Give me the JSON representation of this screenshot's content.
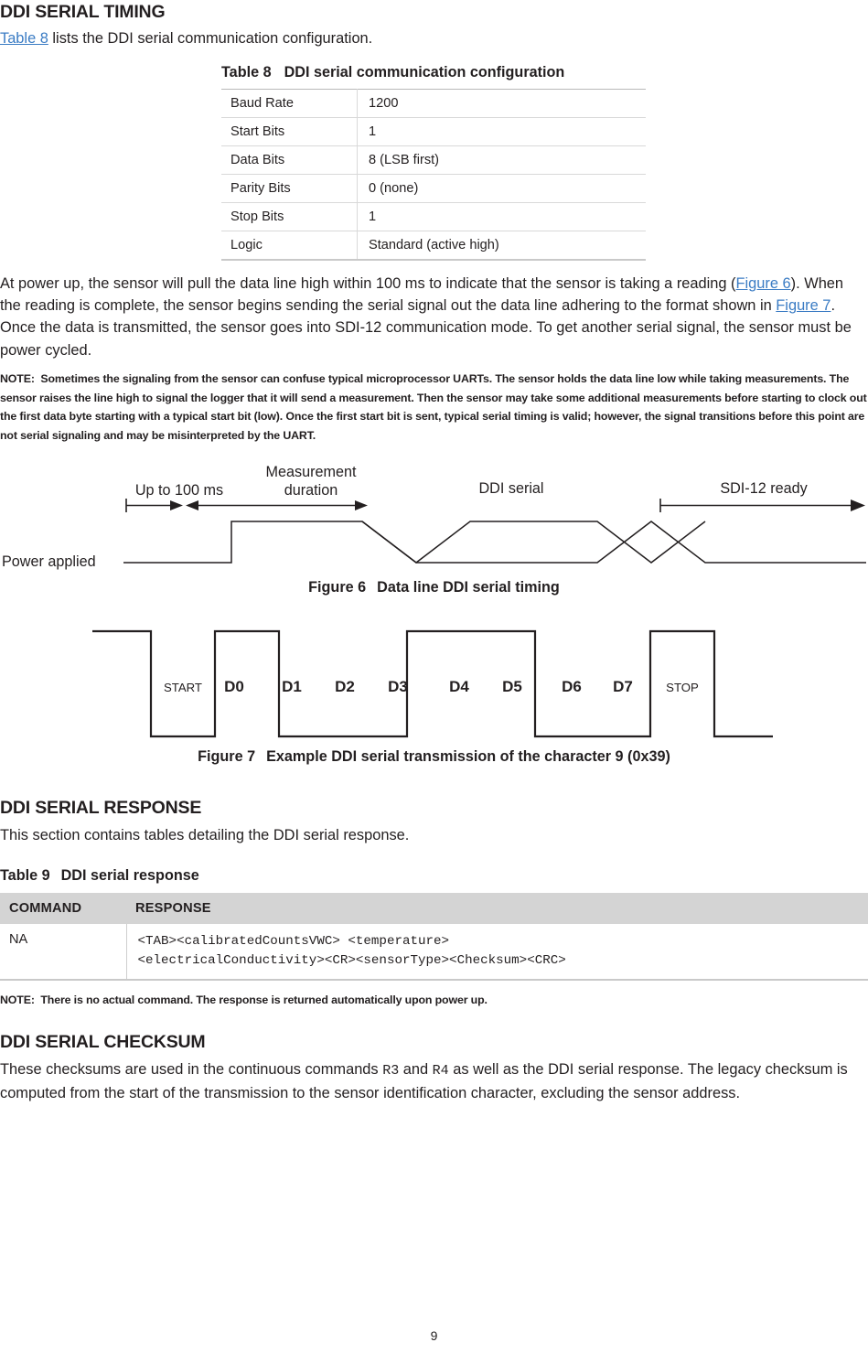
{
  "section1": {
    "heading": "DDI SERIAL TIMING",
    "intro_link": "Table 8",
    "intro_rest": " lists the DDI serial communication configuration."
  },
  "table8": {
    "label": "Table 8",
    "title": "DDI serial communication configuration",
    "rows": [
      {
        "key": "Baud Rate",
        "value": "1200"
      },
      {
        "key": "Start Bits",
        "value": "1"
      },
      {
        "key": "Data Bits",
        "value": "8 (LSB first)"
      },
      {
        "key": "Parity Bits",
        "value": "0 (none)"
      },
      {
        "key": "Stop Bits",
        "value": "1"
      },
      {
        "key": "Logic",
        "value": "Standard (active high)"
      }
    ]
  },
  "paragraph1": {
    "p1a": "At power up, the sensor will pull the data line high within 100 ms to indicate that the sensor is taking a reading (",
    "link1": "Figure 6",
    "p1b": "). When the reading is complete, the sensor begins sending the serial signal out the data line adhering to the format shown in ",
    "link2": "Figure 7",
    "p1c": ". Once the data is transmitted, the sensor goes into SDI-12 communication mode. To get another serial signal, the sensor must be power cycled."
  },
  "note1": {
    "prefix": "NOTE:",
    "text": "Sometimes the signaling from the sensor can confuse typical microprocessor UARTs. The sensor holds the data line low while taking measurements. The sensor raises the line high to signal the logger that it will send a measurement. Then the sensor may take some additional measurements before starting to clock out the first data byte starting with a typical start bit (low). Once the first start bit is sent, typical serial timing is valid; however, the signal transitions before this point are not serial signaling and may be misinterpreted by the UART."
  },
  "figure6": {
    "label": "Figure 6",
    "title": "Data line DDI serial timing",
    "annotations": [
      {
        "name": "up-to-100ms",
        "text": "Up to 100 ms"
      },
      {
        "name": "measurement",
        "text": "Measurement\nduration"
      },
      {
        "name": "ddi-serial",
        "text": "DDI serial"
      },
      {
        "name": "sdi12-ready",
        "text": "SDI-12 ready"
      },
      {
        "name": "power-applied",
        "text": "Power applied"
      }
    ]
  },
  "figure7": {
    "label": "Figure 7",
    "title": "Example DDI serial transmission of the character 9 (0x39)",
    "bits": [
      {
        "name": "START",
        "label": "START",
        "level": "low",
        "small": true
      },
      {
        "name": "D0",
        "label": "D0",
        "level": "high",
        "small": false
      },
      {
        "name": "D1",
        "label": "D1",
        "level": "low",
        "small": false
      },
      {
        "name": "D2",
        "label": "D2",
        "level": "low",
        "small": false
      },
      {
        "name": "D3",
        "label": "D3",
        "level": "high",
        "small": false
      },
      {
        "name": "D4",
        "label": "D4",
        "level": "high",
        "small": false
      },
      {
        "name": "D5",
        "label": "D5",
        "level": "high",
        "small": false
      },
      {
        "name": "D6",
        "label": "D6",
        "level": "low",
        "small": false
      },
      {
        "name": "D7",
        "label": "D7",
        "level": "low",
        "small": false
      },
      {
        "name": "STOP",
        "label": "STOP",
        "level": "high",
        "small": true
      }
    ]
  },
  "section2": {
    "heading": "DDI SERIAL RESPONSE",
    "intro": "This section contains tables detailing the DDI serial response."
  },
  "table9": {
    "label": "Table 9",
    "title": "DDI serial response",
    "headers": [
      "COMMAND",
      "RESPONSE"
    ],
    "rows": [
      {
        "command": "NA",
        "response_line1": "<TAB><calibratedCountsVWC> <temperature>",
        "response_line2": "<electricalConductivity><CR><sensorType><Checksum><CRC>"
      }
    ]
  },
  "note2": {
    "prefix": "NOTE:",
    "text": "There is no actual command. The response is returned automatically upon power up."
  },
  "section3": {
    "heading": "DDI SERIAL CHECKSUM",
    "p1a": "These checksums are used in the continuous commands ",
    "cmd1": "R3",
    "p1b": " and ",
    "cmd2": "R4",
    "p1c": " as well as the DDI serial response. The legacy checksum is computed from the start of the transmission to the sensor identification character, excluding the sensor address."
  },
  "footer": {
    "page_number": "9"
  },
  "colors": {
    "link": "#3b7cc4",
    "text": "#231f20",
    "table_header_bg": "#d4d4d4",
    "rule": "#d9d9d9"
  }
}
